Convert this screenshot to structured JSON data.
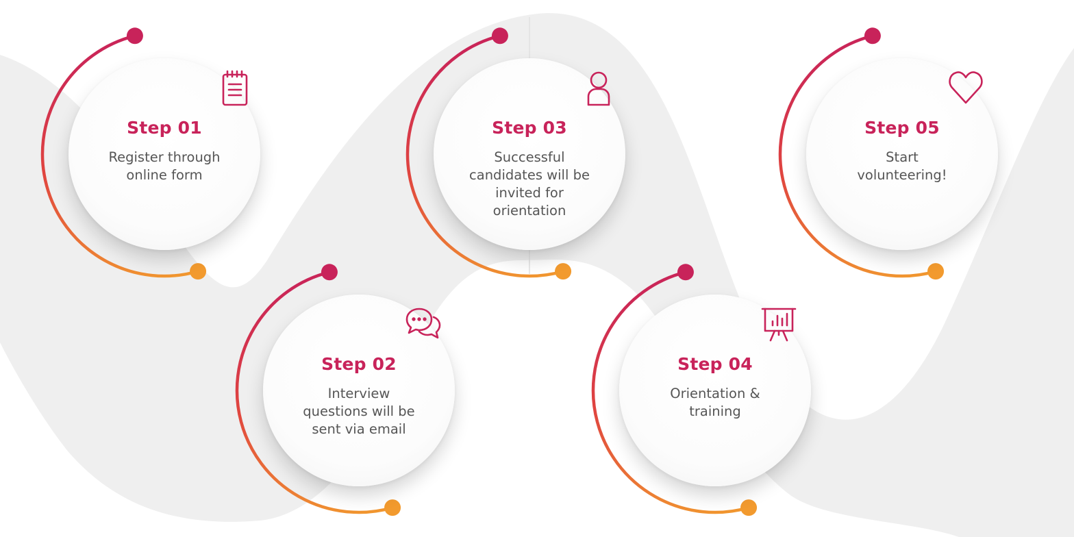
{
  "colors": {
    "primary": "#c8235a",
    "secondary": "#f29a2e",
    "text": "#555555",
    "background_wave": "#efefef"
  },
  "steps": [
    {
      "title": "Step 01",
      "lines": [
        "Register through",
        "online form"
      ],
      "icon": "notepad-icon"
    },
    {
      "title": "Step 02",
      "lines": [
        "Interview",
        "questions will be",
        "sent via email"
      ],
      "icon": "chat-bubbles-icon"
    },
    {
      "title": "Step 03",
      "lines": [
        "Successful",
        "candidates will be",
        "invited for",
        "orientation"
      ],
      "icon": "user-icon"
    },
    {
      "title": "Step 04",
      "lines": [
        "Orientation &",
        "training"
      ],
      "icon": "presentation-board-icon"
    },
    {
      "title": "Step 05",
      "lines": [
        "Start",
        "volunteering!"
      ],
      "icon": "heart-icon"
    }
  ]
}
